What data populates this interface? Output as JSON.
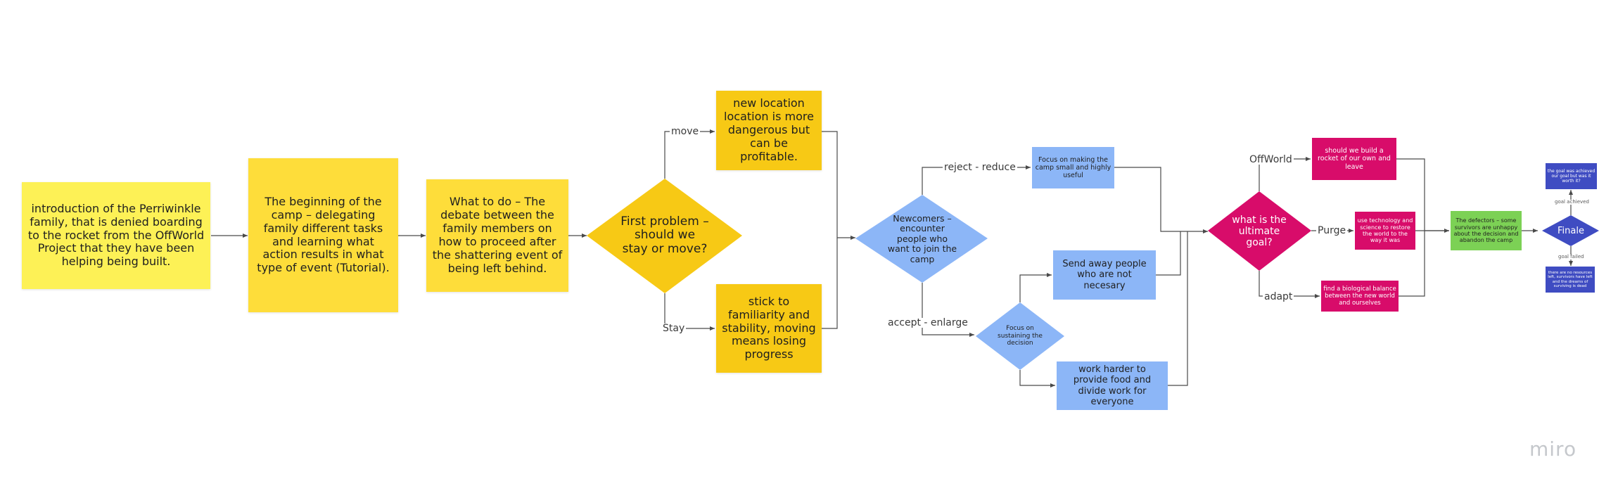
{
  "nodes": {
    "intro": "introduction of the Perriwinkle family, that is denied boarding to the rocket from the OffWorld Project that they have been helping being built.",
    "beginning": "The beginning of the camp – delegating family different tasks and learning what action results in what type of event (Tutorial).",
    "what_to_do": "What to do – The debate between the family members on how to proceed after the shattering event of being left behind.",
    "first_problem": "First problem – should we stay or move?",
    "new_location": "new location location is more dangerous but can be profitable.",
    "stick": "stick to familiarity and stability, moving means losing progress",
    "newcomers": "Newcomers – encounter people who want to join the camp",
    "focus_small": "Focus on making the camp small and highly useful",
    "send_away": "Send away people who are not necesary",
    "focus_sustain": "Focus on sustaining the decision",
    "work_harder": "work harder to provide food and divide work for everyone",
    "ultimate_goal": "what is the ultimate goal?",
    "build_rocket": "should we build a rocket of our own and leave",
    "use_tech": "use technology and science to restore the world to the way it was",
    "bio_balance": "find a biological balance between the new world and ourselves",
    "defectors": "The defectors – some survivors are unhappy about the decision and abandon the camp",
    "finale": "Finale",
    "goal_achieved_box": "the goal was achieved our goal but was it worth it?",
    "goal_failed_box": "there are no resources left, survivors have left and the dreams of surviving is dead"
  },
  "edge_labels": {
    "move": "move",
    "stay": "Stay",
    "reject": "reject - reduce",
    "accept": "accept - enlarge",
    "offworld": "OffWorld",
    "purge": "Purge",
    "adapt": "adapt",
    "goal_achieved": "goal achieved",
    "goal_failed": "goal failed"
  },
  "brand": "miro",
  "colors": {
    "yellow_light": "#fdf156",
    "yellow": "#fedd3a",
    "yellow_dark": "#f7c915",
    "blue": "#8cb6f7",
    "pink": "#d80c6a",
    "green": "#7cd155",
    "navy": "#3f4cc2",
    "connector": "#4a4a4a"
  }
}
